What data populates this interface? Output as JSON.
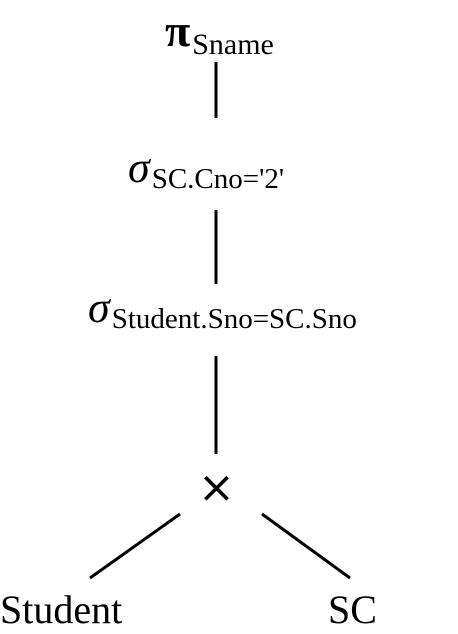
{
  "tree": {
    "projection": {
      "symbol": "π",
      "subscript": "Sname"
    },
    "selection_cno": {
      "symbol": "σ",
      "subscript": "SC.Cno='2'"
    },
    "selection_sno": {
      "symbol": "σ",
      "subscript": "Student.Sno=SC.Sno"
    },
    "product": {
      "symbol": "×"
    },
    "leaves": {
      "left": "Student",
      "right": "SC"
    }
  },
  "colors": {
    "stroke": "#000000",
    "background": "#ffffff"
  }
}
